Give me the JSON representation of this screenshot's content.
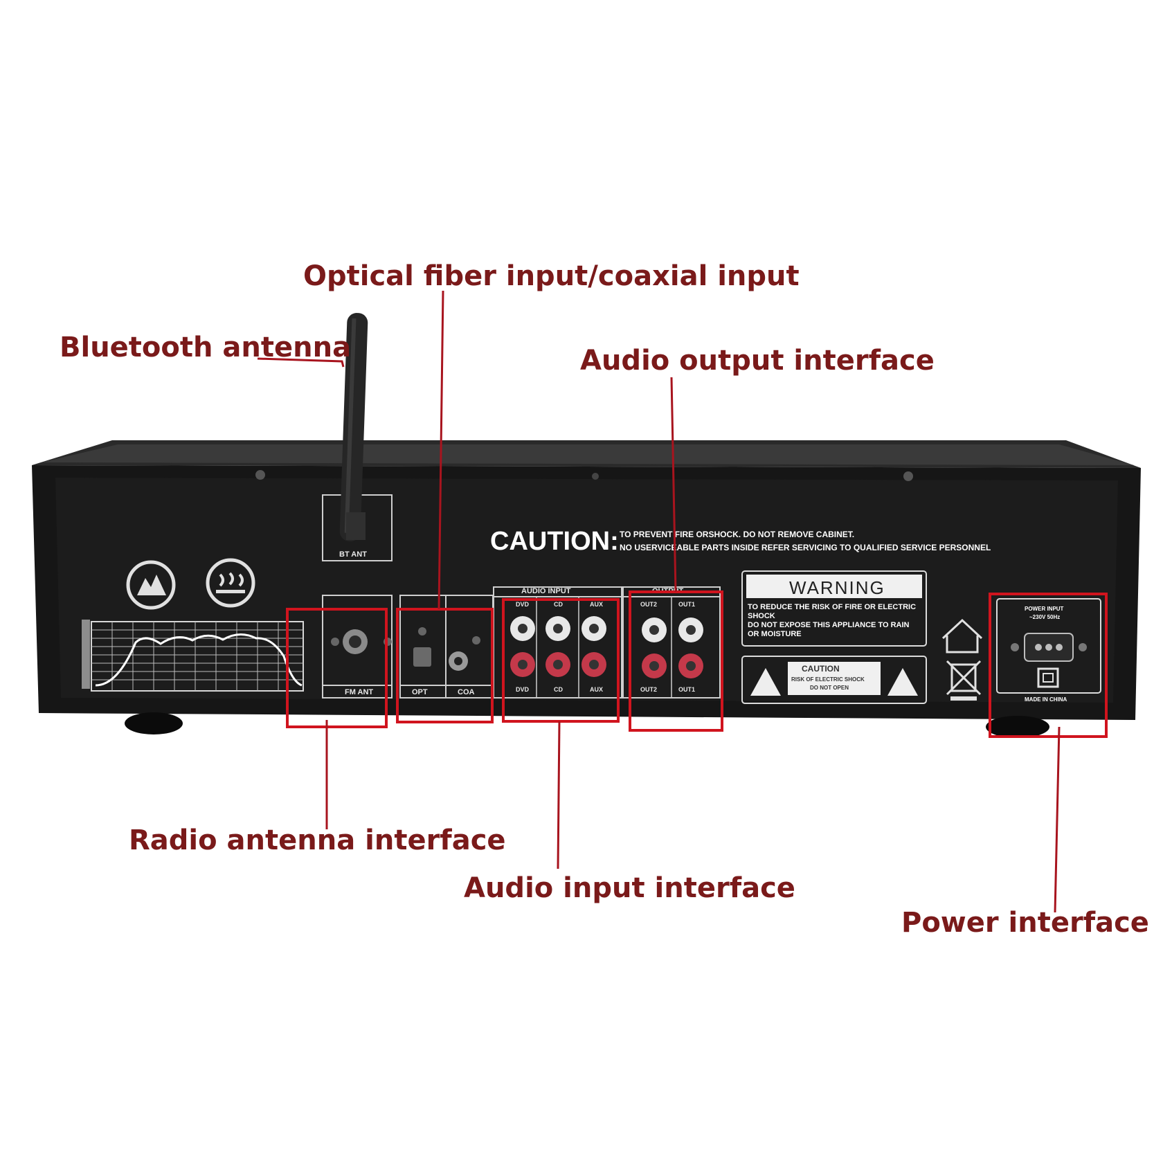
{
  "callouts": {
    "optical": "Optical fiber input/coaxial input",
    "bluetooth": "Bluetooth antenna",
    "audio_output": "Audio output interface",
    "radio": "Radio antenna interface",
    "audio_input": "Audio input interface",
    "power": "Power interface"
  },
  "panel": {
    "bt_ant": "BT ANT",
    "caution": "CAUTION:",
    "caution_line1": "TO PREVENT FIRE ORSHOCK. DO NOT REMOVE CABINET.",
    "caution_line2": "NO USERVICEABLE PARTS INSIDE REFER SERVICING TO QUALIFIED SERVICE PERSONNEL",
    "audio_input_label": "AUDIO INPUT",
    "output_label": "OUTPUT",
    "fm_ant": "FM ANT",
    "opt": "OPT",
    "coa": "COA",
    "dvd": "DVD",
    "cd": "CD",
    "aux": "AUX",
    "out2": "OUT2",
    "out1": "OUT1",
    "warning_title": "WARNING",
    "warning_line1": "TO REDUCE THE RISK OF FIRE OR ELECTRIC",
    "warning_line2": "SHOCK",
    "warning_line3": "DO NOT EXPOSE THIS APPLIANCE TO RAIN",
    "warning_line4": "OR MOISTURE",
    "caution_box_title": "CAUTION",
    "caution_box_line1": "RISK OF ELECTRIC SHOCK",
    "caution_box_line2": "DO NOT OPEN",
    "power_input": "POWER INPUT",
    "power_rating": "~230V 50Hz",
    "made_in": "MADE IN CHINA"
  },
  "colors": {
    "callout_text": "#7a1a1a",
    "leader_line": "#a8141e",
    "highlight_box": "#d0141e",
    "chassis": "#141414"
  }
}
